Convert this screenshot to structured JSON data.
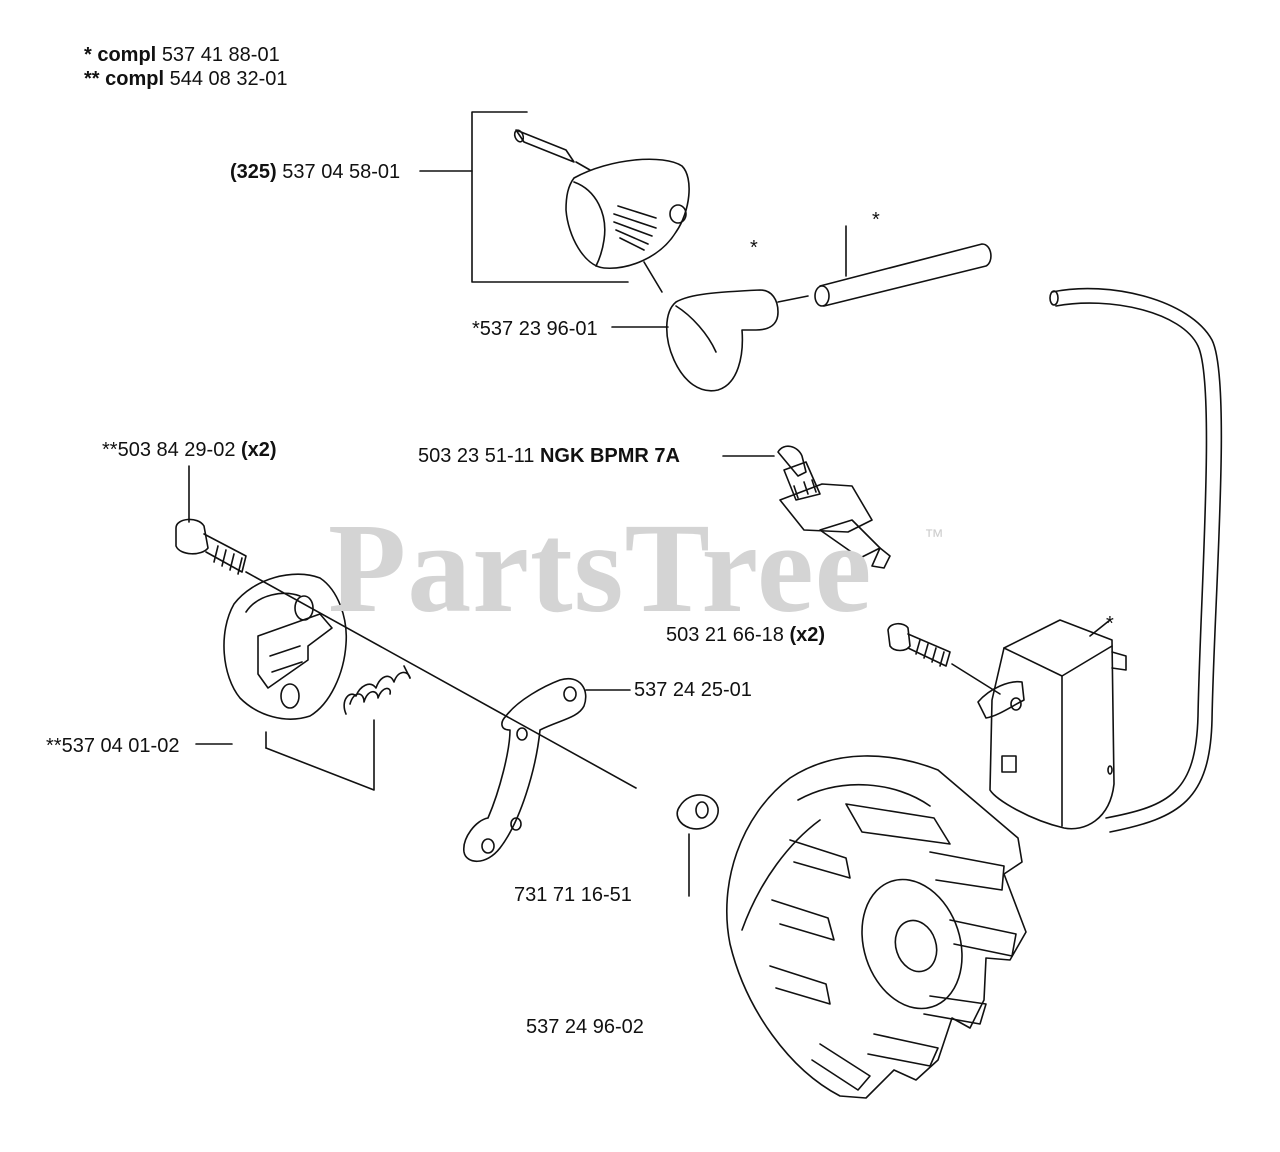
{
  "header": {
    "line1_mark": "* compl",
    "line1_num": "537 41 88-01",
    "line2_mark": "** compl",
    "line2_num": "544 08 32-01"
  },
  "labels": {
    "boot_cap_ref": "(325)",
    "boot_cap_num": "537 04 58-01",
    "spark_boot": "*537 23 96-01",
    "spark_plug_num": "503 23 51-11",
    "spark_plug_bold": "NGK BPMR 7A",
    "screw_top_num": "**503 84 29-02",
    "screw_top_qty": "(x2)",
    "coil_screw_num": "503 21 66-18",
    "coil_screw_qty": "(x2)",
    "bracket_num": "537 24 25-01",
    "housing_num": "**537 04 01-02",
    "arm_num": "731 71 16-51",
    "flywheel_num": "537 24 96-02",
    "star_cable": "*",
    "star_boot": "*",
    "star_coil": "*"
  },
  "watermark": {
    "text": "PartsTree",
    "tm": "™"
  }
}
